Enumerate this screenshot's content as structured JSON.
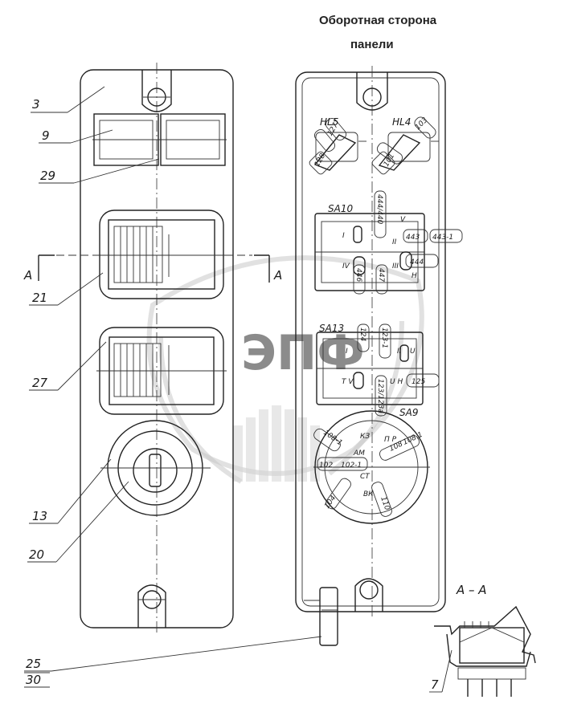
{
  "title": {
    "line1": "Оборотная сторона",
    "line2": "панели"
  },
  "section_mark": {
    "left_letter": "А",
    "right_letter": "А",
    "view_label": "А – А"
  },
  "callouts": {
    "c3": "3",
    "c9": "9",
    "c29": "29",
    "c21": "21",
    "c27": "27",
    "c13": "13",
    "c20": "20",
    "c25": "25",
    "c30": "30",
    "c7": "7"
  },
  "back_panel": {
    "components": {
      "hl5": "HL5",
      "hl4": "HL4",
      "sa10": "SA10",
      "sa13": "SA13",
      "sa9": "SA9"
    },
    "wires": {
      "w127": "127",
      "w128": "128",
      "w103": "103",
      "w101": "101",
      "w444_440": "444/440",
      "w443": "443",
      "w443_1": "443-1",
      "w444": "444",
      "w446": "446",
      "w447": "447",
      "w124": "124",
      "w123_1": "123-1",
      "w125": "125",
      "w123_123a": "123/123а",
      "w108_1_left": "108-1",
      "w108": "108",
      "w108_1_right": "108.1",
      "w102": "102",
      "w102_1": "102-1",
      "w104": "104",
      "w110": "110"
    },
    "terminal_marks": {
      "sa10_I": "I",
      "sa10_V": "V",
      "sa10_II": "II",
      "sa10_IV": "IV",
      "sa10_III": "III",
      "sa10_H": "H",
      "sa13_I": "I",
      "sa13_U": "U",
      "sa13_II": "II",
      "sa13_TV": "T V",
      "sa13_UH": "U H",
      "sa9_kz": "КЗ",
      "sa9_pr": "П Р",
      "sa9_am": "АМ",
      "sa9_st": "СТ",
      "sa9_vk": "ВК"
    }
  }
}
